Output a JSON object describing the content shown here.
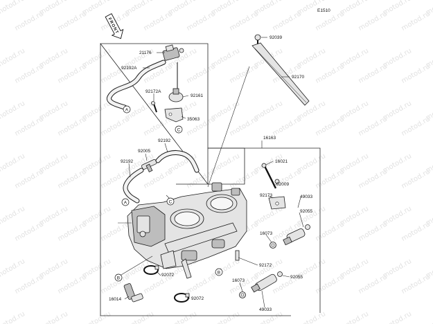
{
  "diagram_code": "E1510",
  "front_marker": "FRONT",
  "watermark": "motod.ru",
  "callouts": {
    "A": "A",
    "B": "B",
    "C": "C"
  },
  "parts": {
    "p92039": "92039",
    "p92170": "92170",
    "p21176": "21176",
    "p92192A": "92192A",
    "p92172A": "92172A",
    "p92161": "92161",
    "p35063": "35063",
    "p92005": "92005",
    "p92192a": "92192",
    "p92192b": "92192",
    "p16163": "16163",
    "p16021": "16021",
    "p92009": "92009",
    "p92173": "92173",
    "p49033a": "49033",
    "p92055a": "92055",
    "p16073a": "16073",
    "p92172": "92172",
    "p92072a": "92072",
    "p16014": "16014",
    "p92072b": "92072",
    "p16073b": "16073",
    "p92055b": "92055",
    "p49033b": "49033"
  }
}
